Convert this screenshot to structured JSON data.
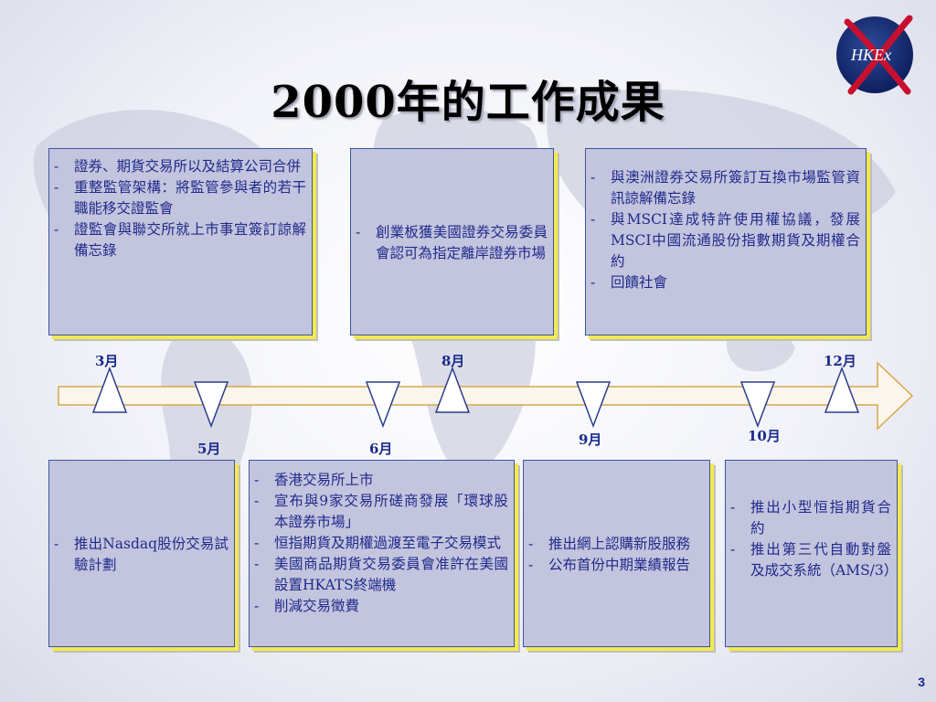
{
  "title": "2000年的工作成果",
  "logo": {
    "text": "HKEx"
  },
  "colors": {
    "box_fill": "#c3c4dd",
    "box_border": "#3a55a0",
    "box_shadow": "#f2ea4c",
    "text": "#1f2a8c",
    "arrow": "#d8a64a"
  },
  "timeline": {
    "months_above": [
      "3月",
      "8月",
      "12月"
    ],
    "months_below": [
      "5月",
      "6月",
      "9月",
      "10月"
    ]
  },
  "boxes_top": [
    {
      "items": [
        "證券、期貨交易所以及結算公司合併",
        "重整監管架構：將監管參與者的若干職能移交證監會",
        "證監會與聯交所就上市事宜簽訂諒解備忘錄"
      ]
    },
    {
      "items": [
        "創業板獲美國證券交易委員會認可為指定離岸證券市場"
      ]
    },
    {
      "items": [
        "與澳洲證券交易所簽訂互換市場監管資訊諒解備忘錄",
        "與MSCI達成特許使用權協議，發展MSCI中國流通股份指數期貨及期權合約",
        "回饋社會"
      ]
    }
  ],
  "boxes_bottom": [
    {
      "items": [
        "推出Nasdaq股份交易試驗計劃"
      ]
    },
    {
      "items": [
        "香港交易所上市",
        "宣布與9家交易所磋商發展「環球股本證券市場」",
        "恒指期貨及期權過渡至電子交易模式",
        "美國商品期貨交易委員會准許在美國設置HKATS終端機",
        "削減交易徵費"
      ]
    },
    {
      "items": [
        "推出網上認購新股服務",
        "公布首份中期業績報告"
      ]
    },
    {
      "items": [
        "推出小型恒指期貨合約",
        "推出第三代自動對盤及成交系統（AMS/3）"
      ]
    }
  ],
  "page_number": "3"
}
